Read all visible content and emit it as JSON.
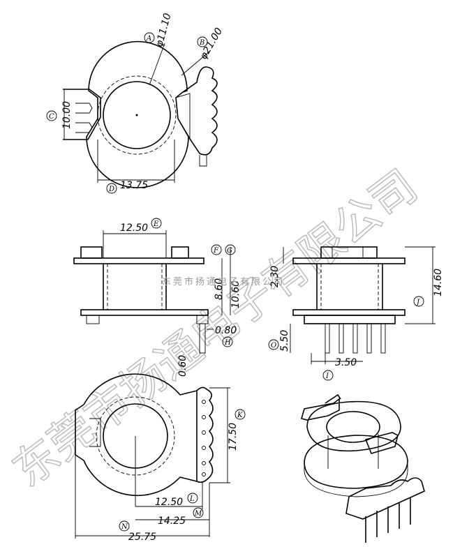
{
  "dimensions": [
    {
      "id": "A",
      "value": "φ11.10"
    },
    {
      "id": "B",
      "value": "φ21.00"
    },
    {
      "id": "C",
      "value": "10.00"
    },
    {
      "id": "D",
      "value": "13.75"
    },
    {
      "id": "E",
      "value": "12.50"
    },
    {
      "id": "F",
      "value": "8.60"
    },
    {
      "id": "G",
      "value": "10.60"
    },
    {
      "id": "H",
      "value": "0.80"
    },
    {
      "id": "C2",
      "value": "2.30"
    },
    {
      "id": "J",
      "value": "14.60"
    },
    {
      "id": "O",
      "value": "5.50"
    },
    {
      "id": "I",
      "value": "3.50"
    },
    {
      "id": "P",
      "value": "0.60"
    },
    {
      "id": "K",
      "value": "17.50"
    },
    {
      "id": "L",
      "value": "12.50"
    },
    {
      "id": "M",
      "value": "14.25"
    },
    {
      "id": "N",
      "value": "25.75"
    }
  ],
  "labels": {
    "A": "A",
    "B": "B",
    "C": "C",
    "D": "D",
    "E": "E",
    "F": "F",
    "G": "G",
    "H": "H",
    "I": "I",
    "J": "J",
    "K": "K",
    "L": "L",
    "M": "M",
    "N": "N",
    "O": "O"
  },
  "watermark": {
    "small": "东莞市扬通电子有限公司",
    "large": "东莞市扬通电子有限公司"
  }
}
